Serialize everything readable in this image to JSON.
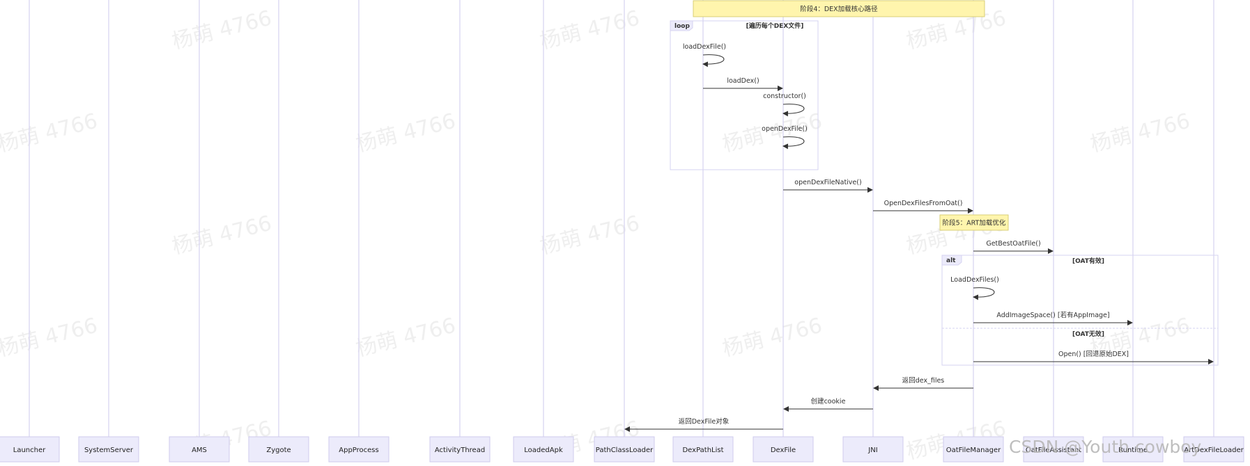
{
  "participants": [
    {
      "id": "launcher",
      "label": "Launcher"
    },
    {
      "id": "systemserver",
      "label": "SystemServer"
    },
    {
      "id": "ams",
      "label": "AMS"
    },
    {
      "id": "zygote",
      "label": "Zygote"
    },
    {
      "id": "appprocess",
      "label": "AppProcess"
    },
    {
      "id": "activitythread",
      "label": "ActivityThread"
    },
    {
      "id": "loadedapk",
      "label": "LoadedApk"
    },
    {
      "id": "pathclassloader",
      "label": "PathClassLoader"
    },
    {
      "id": "dexpathlist",
      "label": "DexPathList"
    },
    {
      "id": "dexfile",
      "label": "DexFile"
    },
    {
      "id": "jni",
      "label": "JNI"
    },
    {
      "id": "oatfilemanager",
      "label": "OatFileManager"
    },
    {
      "id": "oatfileassistant",
      "label": "OatFileAssistant"
    },
    {
      "id": "runtime",
      "label": "Runtime"
    },
    {
      "id": "artdexfileloader",
      "label": "ArtDexFileLoader"
    }
  ],
  "notes": [
    {
      "id": "stage4",
      "text": "阶段4：DEX加载核心路径"
    },
    {
      "id": "stage5",
      "text": "阶段5：ART加载优化"
    }
  ],
  "frames": [
    {
      "id": "loop",
      "tag": "loop",
      "conditions": [
        "[遍历每个DEX文件]"
      ]
    },
    {
      "id": "alt",
      "tag": "alt",
      "conditions": [
        "[OAT有效]",
        "[OAT无效]"
      ]
    }
  ],
  "messages": [
    {
      "from": "dexpathlist",
      "to": "dexpathlist",
      "label": "loadDexFile()",
      "dashed": false
    },
    {
      "from": "dexpathlist",
      "to": "dexfile",
      "label": "loadDex()",
      "dashed": false
    },
    {
      "from": "dexfile",
      "to": "dexfile",
      "label": "constructor()",
      "dashed": false
    },
    {
      "from": "dexfile",
      "to": "dexfile",
      "label": "openDexFile()",
      "dashed": false
    },
    {
      "from": "dexfile",
      "to": "jni",
      "label": "openDexFileNative()",
      "dashed": false
    },
    {
      "from": "jni",
      "to": "oatfilemanager",
      "label": "OpenDexFilesFromOat()",
      "dashed": false
    },
    {
      "from": "oatfilemanager",
      "to": "oatfileassistant",
      "label": "GetBestOatFile()",
      "dashed": false
    },
    {
      "from": "oatfilemanager",
      "to": "oatfilemanager",
      "label": "LoadDexFiles()",
      "dashed": false
    },
    {
      "from": "oatfilemanager",
      "to": "runtime",
      "label": "AddImageSpace() [若有AppImage]",
      "dashed": false
    },
    {
      "from": "oatfilemanager",
      "to": "artdexfileloader",
      "label": "Open() [回退原始DEX]",
      "dashed": false
    },
    {
      "from": "oatfilemanager",
      "to": "jni",
      "label": "返回dex_files",
      "dashed": false
    },
    {
      "from": "jni",
      "to": "dexfile",
      "label": "创建cookie",
      "dashed": false
    },
    {
      "from": "dexfile",
      "to": "pathclassloader",
      "label": "返回DexFile对象",
      "dashed": false
    }
  ],
  "watermark_text": "杨萌 4766",
  "brand_text": "CSDN @Youth cowboy"
}
